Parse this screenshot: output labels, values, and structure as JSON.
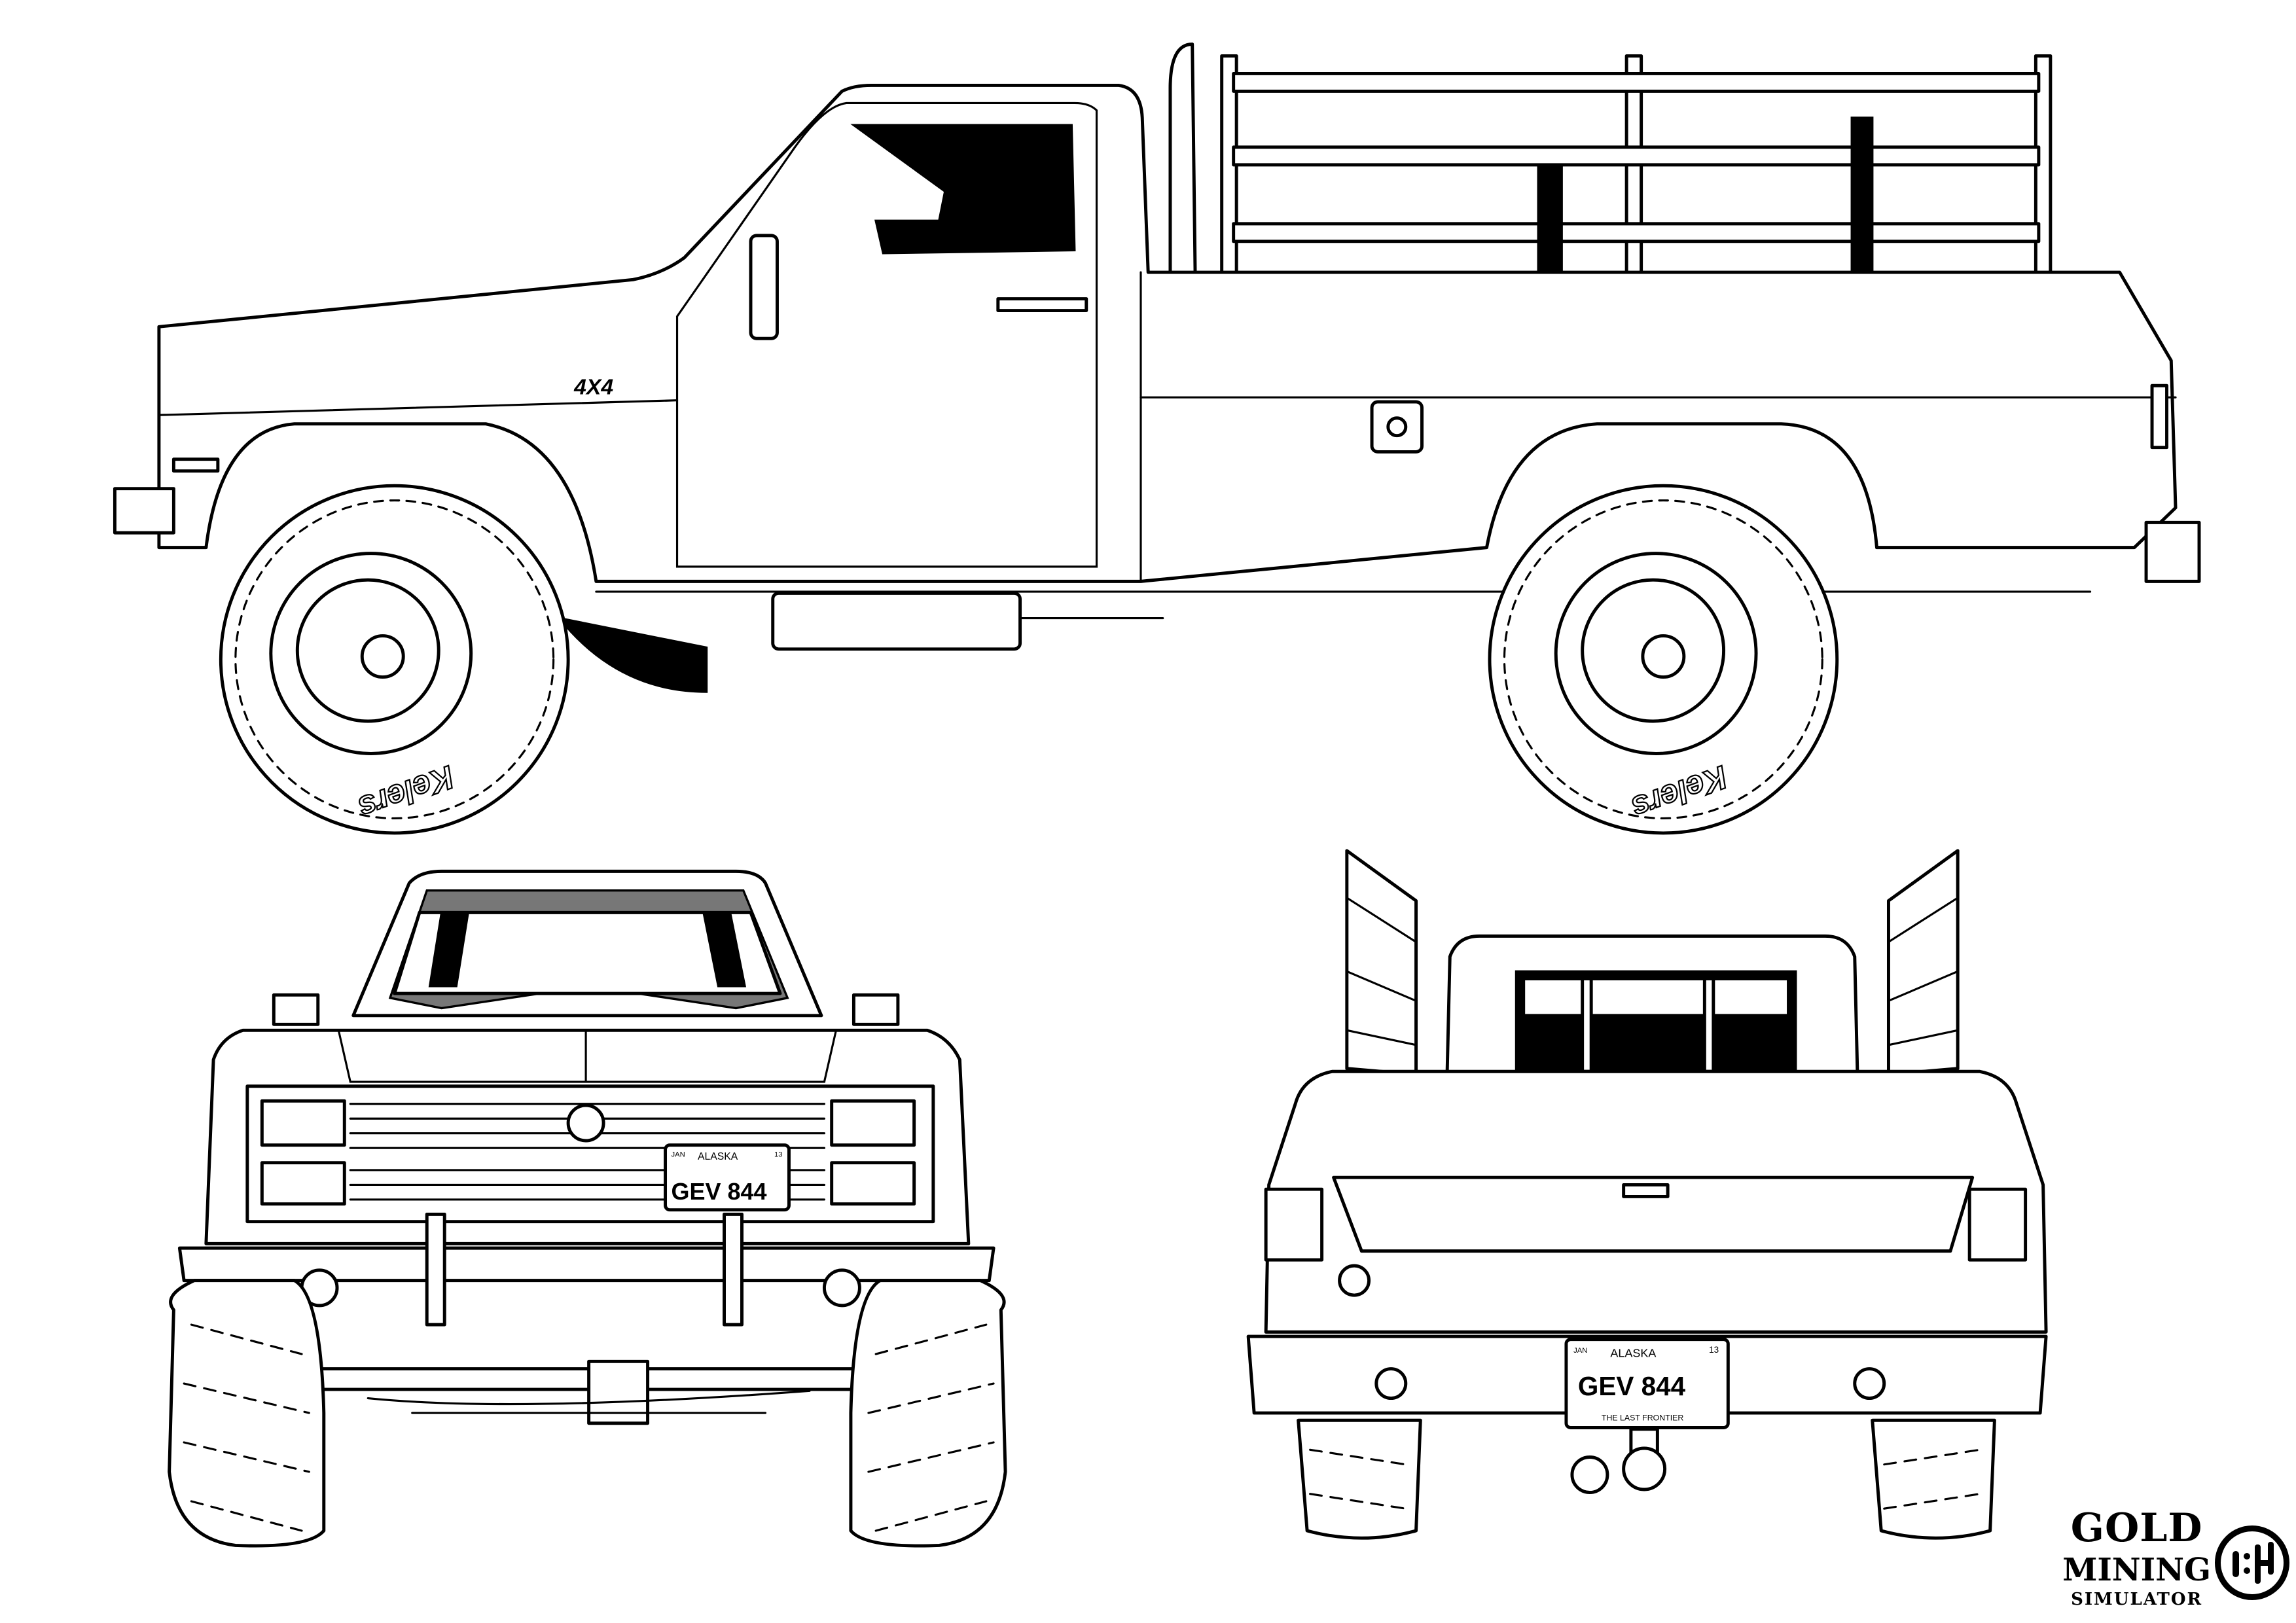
{
  "side_view": {
    "badge": "4X4",
    "tire_brand": "Kelers"
  },
  "front_view": {
    "plate": {
      "state": "ALASKA",
      "number": "GEV 844",
      "month": "JAN",
      "year": "13"
    }
  },
  "rear_view": {
    "plate": {
      "state": "ALASKA",
      "number": "GEV 844",
      "month": "JAN",
      "year": "13",
      "slogan": "THE LAST FRONTIER"
    }
  },
  "logo": {
    "line1": "GOLD",
    "line2": "MINING",
    "line3": "SIMULATOR"
  },
  "colors": {
    "line": "#000000",
    "background": "#ffffff",
    "windshield_tint": "#777777"
  }
}
